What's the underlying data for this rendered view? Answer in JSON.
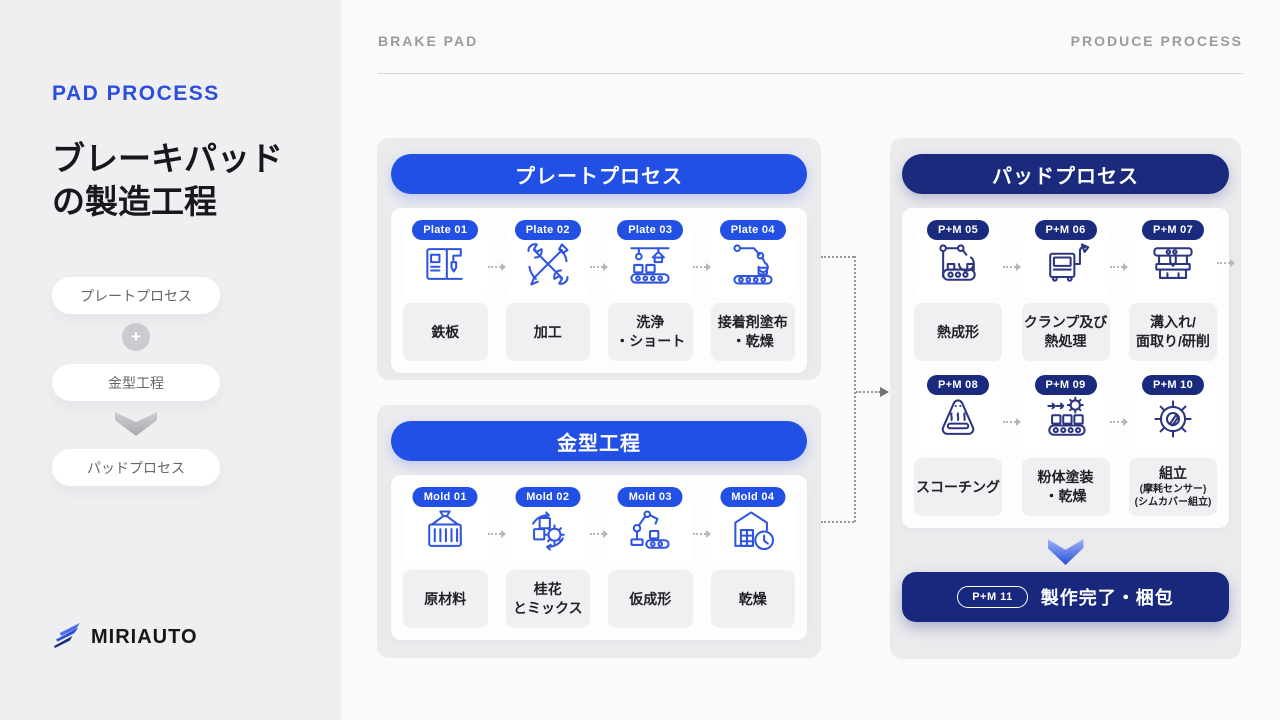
{
  "sidebar": {
    "eyebrow": "PAD PROCESS",
    "title_line1": "ブレーキパッド",
    "title_line2": "の製造工程",
    "flow": [
      {
        "label": "プレートプロセス"
      },
      {
        "label": "金型工程"
      },
      {
        "label": "パッドプロセス"
      }
    ],
    "logo_text": "MIRIAUTO"
  },
  "header": {
    "left": "BRAKE PAD",
    "right": "PRODUCE PROCESS"
  },
  "panels": {
    "plate": {
      "title": "プレートプロセス",
      "steps": [
        {
          "badge": "Plate 01",
          "label_lines": [
            "鉄板"
          ],
          "icon": "press-machine-icon"
        },
        {
          "badge": "Plate 02",
          "label_lines": [
            "加工"
          ],
          "icon": "tools-icon"
        },
        {
          "badge": "Plate 03",
          "label_lines": [
            "洗浄",
            "・ショート"
          ],
          "icon": "washing-conveyor-icon"
        },
        {
          "badge": "Plate 04",
          "label_lines": [
            "接着剤塗布",
            "・乾燥"
          ],
          "icon": "robot-conveyor-icon"
        }
      ]
    },
    "mold": {
      "title": "金型工程",
      "steps": [
        {
          "badge": "Mold 01",
          "label_lines": [
            "原材料"
          ],
          "icon": "container-crane-icon"
        },
        {
          "badge": "Mold 02",
          "label_lines": [
            "桂花",
            "とミックス"
          ],
          "icon": "mixing-icon"
        },
        {
          "badge": "Mold 03",
          "label_lines": [
            "仮成形"
          ],
          "icon": "robot-arm-conveyor-icon"
        },
        {
          "badge": "Mold 04",
          "label_lines": [
            "乾燥"
          ],
          "icon": "warehouse-clock-icon"
        }
      ]
    },
    "pad": {
      "title": "パッドプロセス",
      "steps": [
        {
          "badge": "P+M 05",
          "label_lines": [
            "熱成形"
          ],
          "icon": "gripper-conveyor-icon"
        },
        {
          "badge": "P+M 06",
          "label_lines": [
            "クランプ及び",
            "熱処理"
          ],
          "icon": "clamp-machine-icon"
        },
        {
          "badge": "P+M 07",
          "label_lines": [
            "溝入れ/",
            "面取り/研削"
          ],
          "icon": "grinding-press-icon"
        },
        {
          "badge": "P+M 08",
          "label_lines": [
            "スコーチング"
          ],
          "icon": "scorching-icon"
        },
        {
          "badge": "P+M 09",
          "label_lines": [
            "粉体塗装",
            "・乾燥"
          ],
          "icon": "powder-coating-icon"
        },
        {
          "badge": "P+M 10",
          "label_lines": [
            "組立",
            "(摩耗センサー)",
            "(シムカバー組立)"
          ],
          "icon": "assembly-gear-icon"
        }
      ],
      "final": {
        "badge": "P+M 11",
        "label": "製作完了・梱包"
      }
    }
  },
  "colors": {
    "accent_blue": "#2350e4",
    "accent_navy": "#1a2a7d",
    "panel_bg": "#ebebee",
    "sidebar_bg": "#efeff1",
    "main_bg": "#fafafb"
  }
}
